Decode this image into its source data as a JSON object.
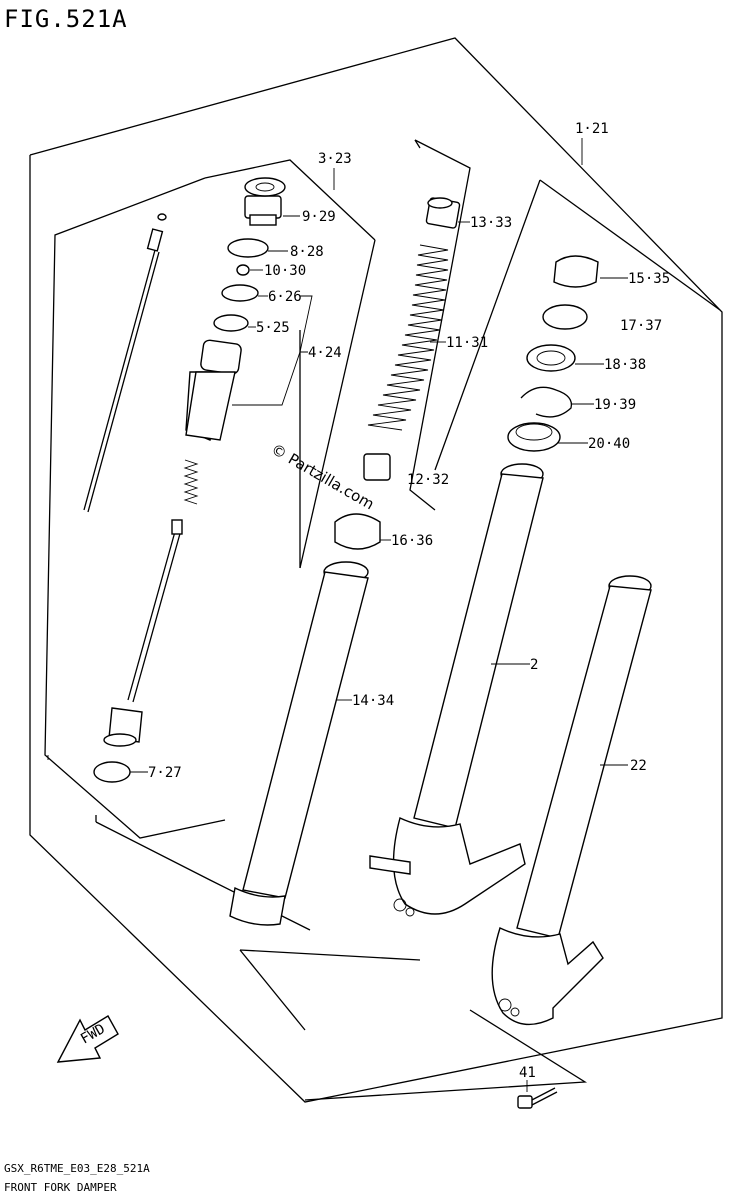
{
  "figure": {
    "title": "FIG.521A",
    "footer_code": "GSX_R6TME_E03_E28_521A",
    "footer_title": "FRONT FORK DAMPER",
    "watermark": "© Partzilla.com",
    "fwd": "FWD"
  },
  "callouts": [
    {
      "id": "c1",
      "text": "1·21"
    },
    {
      "id": "c2",
      "text": "2"
    },
    {
      "id": "c3",
      "text": "3·23"
    },
    {
      "id": "c4",
      "text": "4·24"
    },
    {
      "id": "c5",
      "text": "5·25"
    },
    {
      "id": "c6",
      "text": "6·26"
    },
    {
      "id": "c7",
      "text": "7·27"
    },
    {
      "id": "c8",
      "text": "8·28"
    },
    {
      "id": "c9",
      "text": "9·29"
    },
    {
      "id": "c10",
      "text": "10·30"
    },
    {
      "id": "c11",
      "text": "11·31"
    },
    {
      "id": "c12",
      "text": "12·32"
    },
    {
      "id": "c13",
      "text": "13·33"
    },
    {
      "id": "c14",
      "text": "14·34"
    },
    {
      "id": "c15",
      "text": "15·35"
    },
    {
      "id": "c16",
      "text": "16·36"
    },
    {
      "id": "c17",
      "text": "17·37"
    },
    {
      "id": "c18",
      "text": "18·38"
    },
    {
      "id": "c19",
      "text": "19·39"
    },
    {
      "id": "c20",
      "text": "20·40"
    },
    {
      "id": "c22",
      "text": "22"
    },
    {
      "id": "c41",
      "text": "41"
    }
  ]
}
